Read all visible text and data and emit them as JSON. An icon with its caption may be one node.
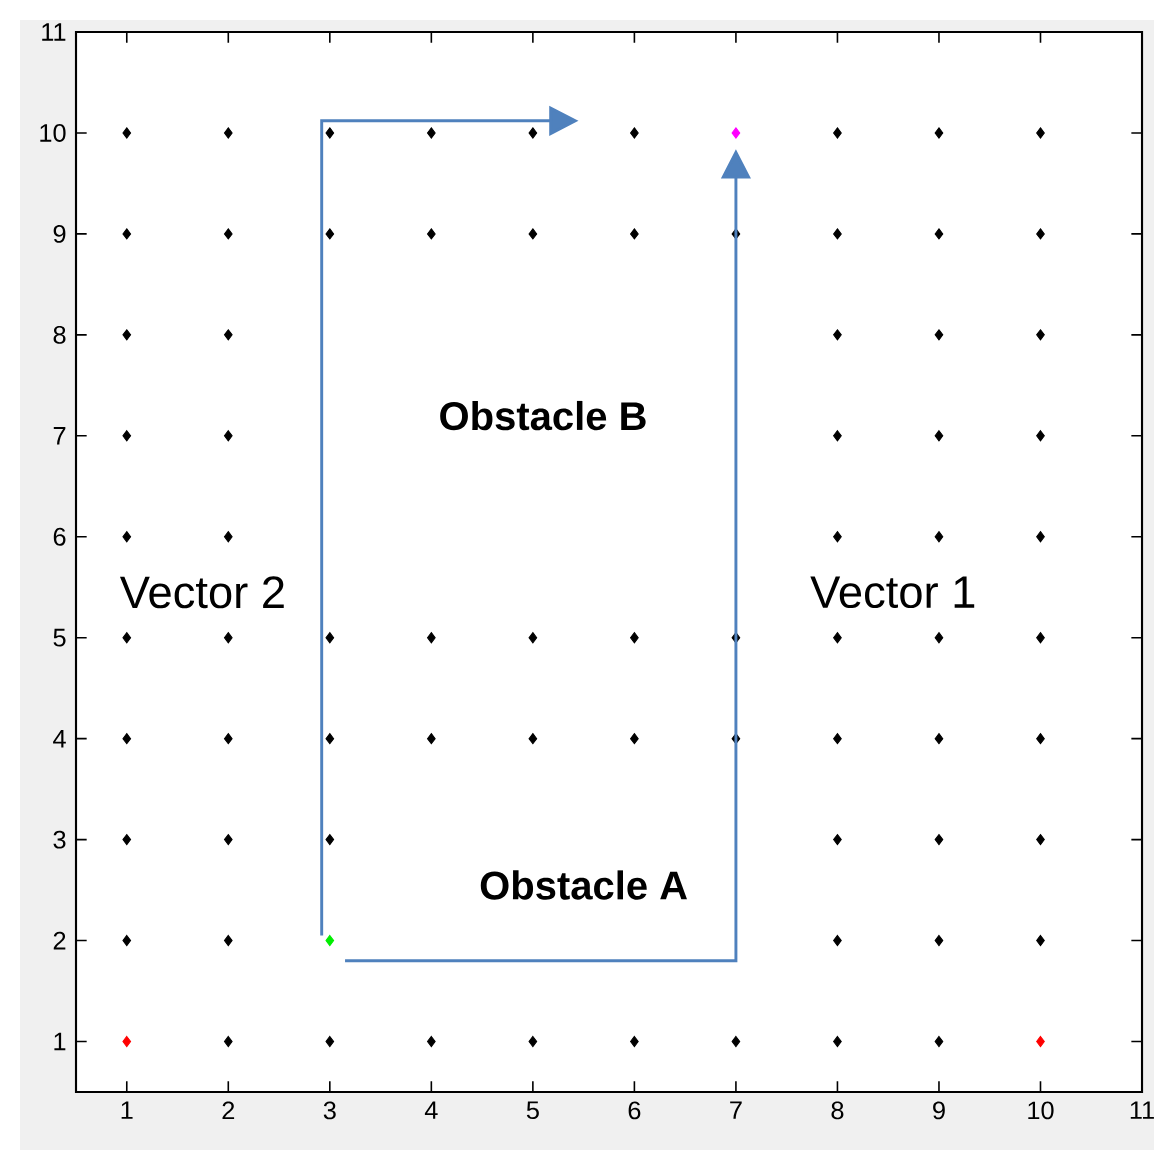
{
  "diagram": {
    "labels": [
      "Obstacle B",
      "Vector 2",
      "Vector 1",
      "Obstacle A"
    ],
    "chart_data": {
      "type": "scatter",
      "xlim": [
        0.5,
        11
      ],
      "ylim": [
        0.5,
        11
      ],
      "xticks": [
        {
          "value": 1,
          "label": "1"
        },
        {
          "value": 2,
          "label": "2"
        },
        {
          "value": 3,
          "label": "3"
        },
        {
          "value": 4,
          "label": "4"
        },
        {
          "value": 5,
          "label": "5"
        },
        {
          "value": 6,
          "label": "6"
        },
        {
          "value": 7,
          "label": "7"
        },
        {
          "value": 8,
          "label": "8"
        },
        {
          "value": 9,
          "label": "9"
        },
        {
          "value": 10,
          "label": "10"
        },
        {
          "value": 11,
          "label": "11"
        }
      ],
      "yticks": [
        {
          "value": 1,
          "label": "1"
        },
        {
          "value": 2,
          "label": "2"
        },
        {
          "value": 3,
          "label": "3"
        },
        {
          "value": 4,
          "label": "4"
        },
        {
          "value": 5,
          "label": "5"
        },
        {
          "value": 6,
          "label": "6"
        },
        {
          "value": 7,
          "label": "7"
        },
        {
          "value": 8,
          "label": "8"
        },
        {
          "value": 9,
          "label": "9"
        },
        {
          "value": 10,
          "label": "10"
        },
        {
          "value": 11,
          "label": "11"
        }
      ],
      "series": [
        {
          "color": "#000000",
          "x": [
            1,
            2,
            3,
            4,
            5,
            6,
            8,
            9,
            10,
            1,
            2,
            3,
            4,
            5,
            6,
            7,
            8,
            9,
            10,
            1,
            2,
            8,
            9,
            10,
            1,
            2,
            8,
            9,
            10,
            1,
            2,
            8,
            9,
            10,
            1,
            2,
            3,
            4,
            5,
            6,
            7,
            8,
            9,
            10,
            1,
            2,
            3,
            4,
            5,
            6,
            7,
            8,
            9,
            10,
            1,
            2,
            3,
            8,
            9,
            10,
            1,
            2,
            8,
            9,
            10,
            2,
            3,
            4,
            5,
            6,
            7,
            8,
            9
          ],
          "values": [
            10,
            10,
            10,
            10,
            10,
            10,
            10,
            10,
            10,
            9,
            9,
            9,
            9,
            9,
            9,
            9,
            9,
            9,
            9,
            8,
            8,
            8,
            8,
            8,
            7,
            7,
            7,
            7,
            7,
            6,
            6,
            6,
            6,
            6,
            5,
            5,
            5,
            5,
            5,
            5,
            5,
            5,
            5,
            5,
            4,
            4,
            4,
            4,
            4,
            4,
            4,
            4,
            4,
            4,
            3,
            3,
            3,
            3,
            3,
            3,
            2,
            2,
            2,
            2,
            2,
            1,
            1,
            1,
            1,
            1,
            1,
            1,
            1
          ]
        },
        {
          "color": "#ff0000",
          "x": [
            1,
            10
          ],
          "values": [
            1,
            1
          ]
        },
        {
          "color": "#00ee00",
          "x": [
            3
          ],
          "values": [
            2
          ]
        },
        {
          "color": "#ff00ff",
          "x": [
            7
          ],
          "values": [
            10
          ]
        }
      ]
    }
  }
}
